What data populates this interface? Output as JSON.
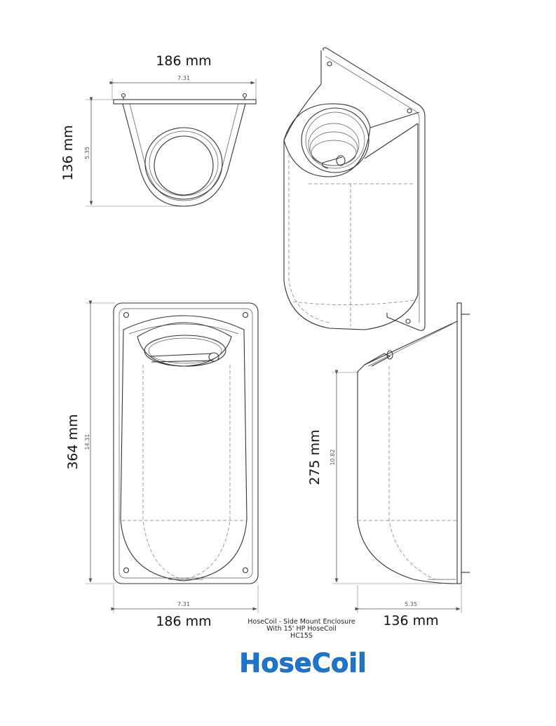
{
  "views": {
    "top": {
      "width_mm": "186 mm",
      "width_in": "7.31",
      "depth_mm": "136 mm",
      "depth_in": "5.35"
    },
    "front": {
      "width_mm": "186 mm",
      "width_in": "7.31",
      "height_mm": "364 mm",
      "height_in": "14.31"
    },
    "side": {
      "depth_mm": "136 mm",
      "depth_in": "5.35",
      "height_mm": "275 mm",
      "height_in": "10.82"
    }
  },
  "caption": {
    "line1": "HoseCoil - Side Mount Enclosure",
    "line2": "With 15' HP HoseCoil",
    "line3": "HC15S"
  },
  "logo": {
    "text": "HoseCoil",
    "color": "#1976d2"
  }
}
